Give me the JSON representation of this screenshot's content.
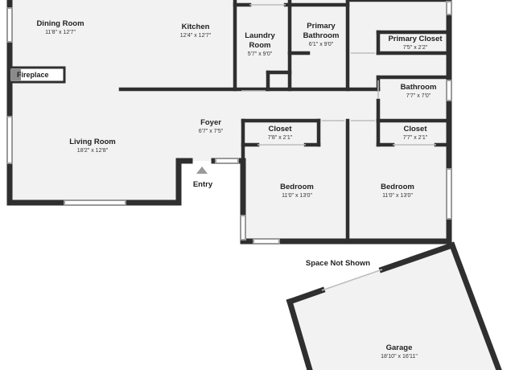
{
  "rooms": {
    "dining": {
      "name": "Dining Room",
      "dims": "11'8\" x 12'7\""
    },
    "kitchen": {
      "name": "Kitchen",
      "dims": "12'4\" x 12'7\""
    },
    "laundry": {
      "name_line1": "Laundry",
      "name_line2": "Room",
      "dims": "5'7\" x 9'0\""
    },
    "primary_bath": {
      "name_line1": "Primary",
      "name_line2": "Bathroom",
      "dims": "6'1\" x 9'0\""
    },
    "primary_closet": {
      "name": "Primary Closet",
      "dims": "7'5\" x 2'2\""
    },
    "bathroom": {
      "name": "Bathroom",
      "dims": "7'7\" x 7'0\""
    },
    "foyer": {
      "name": "Foyer",
      "dims": "6'7\" x 7'5\""
    },
    "living": {
      "name": "Living Room",
      "dims": "18'2\" x 12'8\""
    },
    "closet1": {
      "name": "Closet",
      "dims": "7'8\" x 2'1\""
    },
    "closet2": {
      "name": "Closet",
      "dims": "7'7\" x 2'1\""
    },
    "bedroom1": {
      "name": "Bedroom",
      "dims": "11'0\" x 13'0\""
    },
    "bedroom2": {
      "name": "Bedroom",
      "dims": "11'0\" x 13'0\""
    },
    "garage": {
      "name": "Garage",
      "dims": "18'10\" x 16'11\""
    }
  },
  "labels": {
    "fireplace": "Fireplace",
    "entry": "Entry",
    "space_not_shown": "Space Not Shown"
  },
  "colors": {
    "wall": "#2f2f2f",
    "floor": "#f2f2f2",
    "window": "#9a9a9a"
  }
}
